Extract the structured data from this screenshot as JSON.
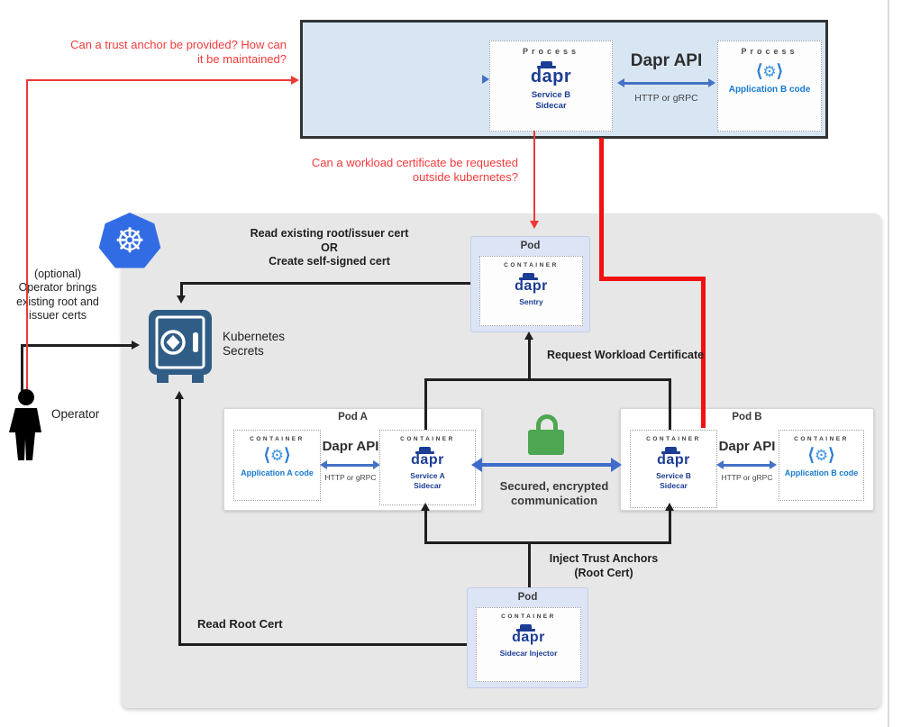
{
  "questions": {
    "trust_anchor": "Can a trust anchor be provided? How can\nit be maintained?",
    "workload_cert": "Can a workload certificate be requested\noutside kubernetes?"
  },
  "external_box": {
    "service_b_process": {
      "type_label": "Process",
      "logo": "dapr",
      "name": "Service B\nSidecar"
    },
    "dapr_api": {
      "title": "Dapr API",
      "subtitle": "HTTP or gRPC"
    },
    "app_b_process": {
      "type_label": "Process",
      "app_label": "Application B code"
    }
  },
  "cluster": {
    "sentry_pod": {
      "title": "Pod",
      "container_label": "CONTAINER",
      "logo": "dapr",
      "name": "Sentry"
    },
    "injector_pod": {
      "title": "Pod",
      "container_label": "CONTAINER",
      "logo": "dapr",
      "name": "Sidecar Injector"
    },
    "pod_a": {
      "title": "Pod A",
      "app_container": {
        "container_label": "CONTAINER",
        "app_label": "Application A code"
      },
      "dapr_api": {
        "title": "Dapr API",
        "subtitle": "HTTP or gRPC"
      },
      "sidecar_container": {
        "container_label": "CONTAINER",
        "logo": "dapr",
        "name": "Service A\nSidecar"
      }
    },
    "pod_b": {
      "title": "Pod B",
      "sidecar_container": {
        "container_label": "CONTAINER",
        "logo": "dapr",
        "name": "Service B\nSidecar"
      },
      "dapr_api": {
        "title": "Dapr API",
        "subtitle": "HTTP or gRPC"
      },
      "app_container": {
        "container_label": "CONTAINER",
        "app_label": "Application B code"
      }
    },
    "secrets_label": "Kubernetes\nSecrets",
    "labels": {
      "read_or_create": "Read existing root/issuer cert\nOR\nCreate self-signed cert",
      "request_workload": "Request Workload Certificate",
      "inject_trust": "Inject Trust Anchors\n(Root Cert)",
      "read_root": "Read Root Cert",
      "secured": "Secured, encrypted\ncommunication"
    }
  },
  "operator": {
    "optional_note": "(optional)\nOperator brings\nexisting root and\nissuer certs",
    "label": "Operator"
  },
  "colors": {
    "dapr_navy": "#1c3d94",
    "app_blue": "#1879d0",
    "k8s_blue": "#326ce5",
    "safe_blue": "#2f5d86",
    "lock_green": "#4da652",
    "arrow_blue": "#4472c4",
    "question_red": "#f63b3b",
    "thick_red": "#f21111",
    "cluster_gray": "#e7e7e7",
    "pod_blue_bg": "#dce4f6",
    "external_bg": "#d8e6f3"
  }
}
